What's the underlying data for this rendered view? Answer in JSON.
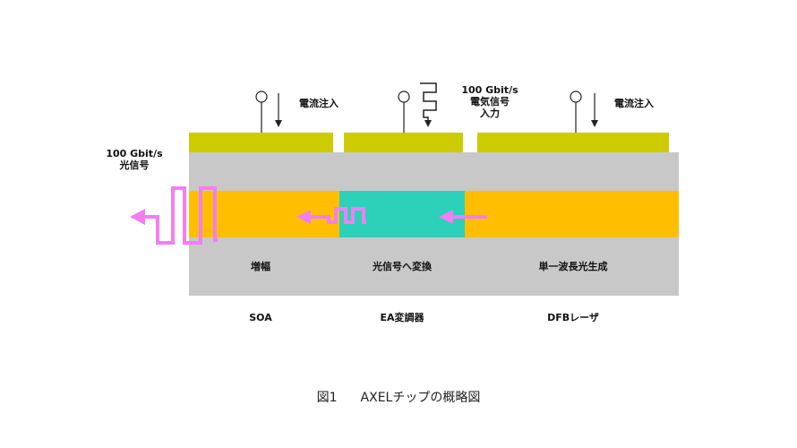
{
  "labels": {
    "current_in_left": "電流注入",
    "current_in_right": "電流注入",
    "signal_in": [
      "100 Gbit/s",
      "電気信号",
      "入力"
    ],
    "optical_out": [
      "100 Gbit/s",
      "光信号"
    ],
    "region_soa_desc": "増幅",
    "region_ea_desc": "光信号へ変換",
    "region_dfb_desc": "単一波長光生成",
    "section_soa": "SOA",
    "section_ea": "EA変調器",
    "section_dfb": "DFBレーザ"
  },
  "caption": {
    "number": "図1",
    "title": "AXELチップの概略図"
  },
  "colors": {
    "electrode": "#cccc00",
    "substrate": "#c8c8c8",
    "waveguide": "#ffbf00",
    "modulator": "#2dd1b9",
    "signal": "#f27ef2",
    "line": "#222222"
  }
}
